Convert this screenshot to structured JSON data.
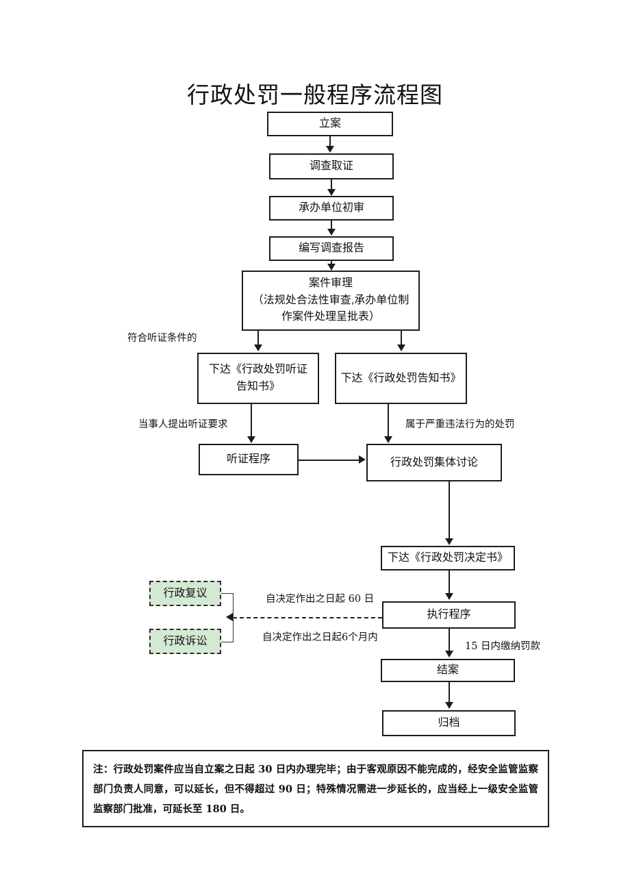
{
  "page": {
    "title": "行政处罚一般程序流程图"
  },
  "nodes": [
    {
      "id": "li_an",
      "label": "立案"
    },
    {
      "id": "diao_cha_qu_zheng",
      "label": "调查取证"
    },
    {
      "id": "cheng_ban_chu_shen",
      "label": "承办单位初审"
    },
    {
      "id": "bian_xie_bao_gao",
      "label": "编写调查报告"
    },
    {
      "id": "an_jian_shen_li",
      "label_line1": "案件审理",
      "label_line2": "（法规处合法性审查,承办单位制",
      "label_line3": "作案件处理呈批表）"
    },
    {
      "id": "ting_zheng_gao_zhi_shu",
      "label_line1": "下达《行政处罚听证",
      "label_line2": "告知书》"
    },
    {
      "id": "chu_fa_gao_zhi_shu",
      "label": "下达《行政处罚告知书》"
    },
    {
      "id": "ting_zheng_cheng_xu",
      "label": "听证程序"
    },
    {
      "id": "ji_ti_tao_lun",
      "label": "行政处罚集体讨论"
    },
    {
      "id": "jue_ding_shu",
      "label": "下达《行政处罚决定书》"
    },
    {
      "id": "zhi_xing_cheng_xu",
      "label": "执行程序"
    },
    {
      "id": "jie_an",
      "label": "结案"
    },
    {
      "id": "gui_dang",
      "label": "归档"
    },
    {
      "id": "xing_zheng_fu_yi",
      "label": "行政复议"
    },
    {
      "id": "xing_zheng_su_song",
      "label": "行政诉讼"
    }
  ],
  "edge_labels": {
    "hearing_condition": "符合听证条件的",
    "party_request": "当事人提出听证要求",
    "serious_violation": "属于严重违法行为的处罚",
    "review_60_days": "自决定作出之日起 60 日",
    "litigation_6_months": "自决定作出之日起6个月内",
    "pay_15_days": "15 日内缴纳罚款"
  },
  "note": {
    "text": "注：行政处罚案件应当自立案之日起 30 日内办理完毕；由于客观原因不能完成的，经安全监管监察部门负责人同意，可以延长，但不得超过 90 日；特殊情况需进一步延长的，应当经上一级安全监管监察部门批准，可延长至 180 日。"
  },
  "colors": {
    "line": "#1c1c1c",
    "node_fill": "#ffffff",
    "green_fill": "#d4e9d3",
    "text": "#111111"
  },
  "chart_data": {
    "type": "diagram",
    "title": "行政处罚一般程序流程图",
    "flow": [
      "立案",
      "调查取证",
      "承办单位初审",
      "编写调查报告",
      "案件审理（法规处合法性审查,承办单位制作案件处理呈批表）",
      "下达《行政处罚听证告知书》 / 下达《行政处罚告知书》",
      "听证程序",
      "行政处罚集体讨论",
      "下达《行政处罚决定书》",
      "执行程序",
      "结案",
      "归档"
    ],
    "side_branches": [
      "行政复议",
      "行政诉讼"
    ]
  }
}
